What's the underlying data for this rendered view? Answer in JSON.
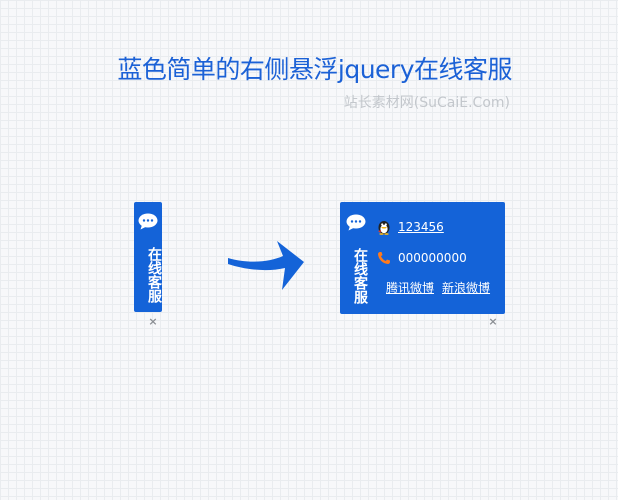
{
  "header": {
    "title": "蓝色简单的右侧悬浮jquery在线客服",
    "subtitle": "站长素材网(SuCaiE.Com)"
  },
  "collapsed_tab": {
    "label": "在线客服",
    "close_symbol": "×",
    "icon": "chat-bubble-icon"
  },
  "arrow": {
    "icon": "arrow-right-icon"
  },
  "expanded_panel": {
    "label": "在线客服",
    "close_symbol": "×",
    "icon": "chat-bubble-icon",
    "qq_number": "123456",
    "phone_number": "000000000",
    "links": [
      "腾讯微博",
      "新浪微博"
    ]
  },
  "colors": {
    "accent": "#1463d8",
    "title": "#1b61d6",
    "subtitle": "#c3c7cc",
    "close": "#8b8f94"
  }
}
